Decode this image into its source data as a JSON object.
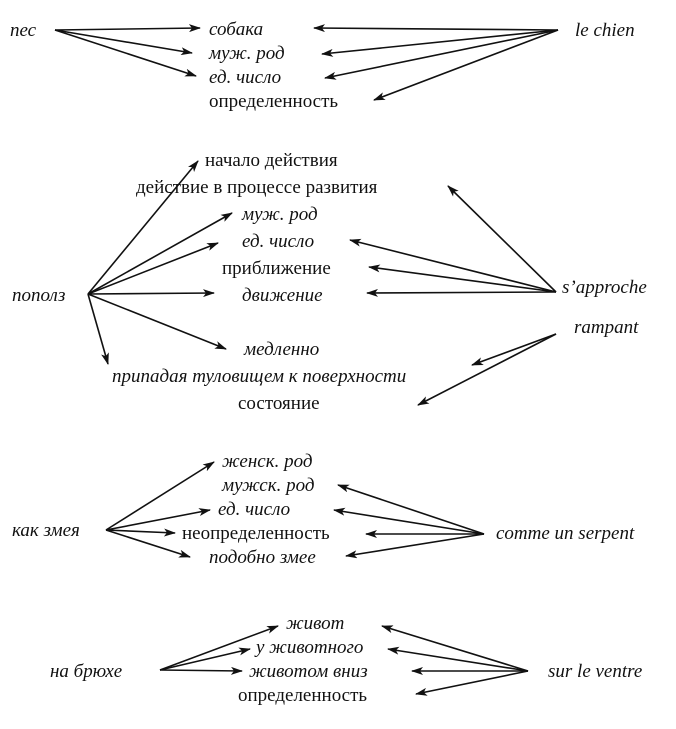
{
  "groups": [
    {
      "left": "пес",
      "right": "le chien",
      "middle": [
        "собака",
        "муж. род",
        "ед. число",
        "определенность"
      ]
    },
    {
      "left": "пополз",
      "right_top": "s’approche",
      "right_bottom": "rampant",
      "middle": [
        "начало действия",
        "действие в процессе развития",
        "муж. род",
        "ед. число",
        "приближение",
        "движение",
        "медленно",
        "припадая туловищем к поверхности",
        "состояние"
      ]
    },
    {
      "left": "как змея",
      "right": "comme un serpent",
      "middle": [
        "женск. род",
        "мужск. род",
        "ед. число",
        "неопределенность",
        "подобно змее"
      ]
    },
    {
      "left": "на брюхе",
      "right": "sur le ventre",
      "middle": [
        "живот",
        "у животного",
        "животом вниз",
        "определенность"
      ]
    }
  ]
}
